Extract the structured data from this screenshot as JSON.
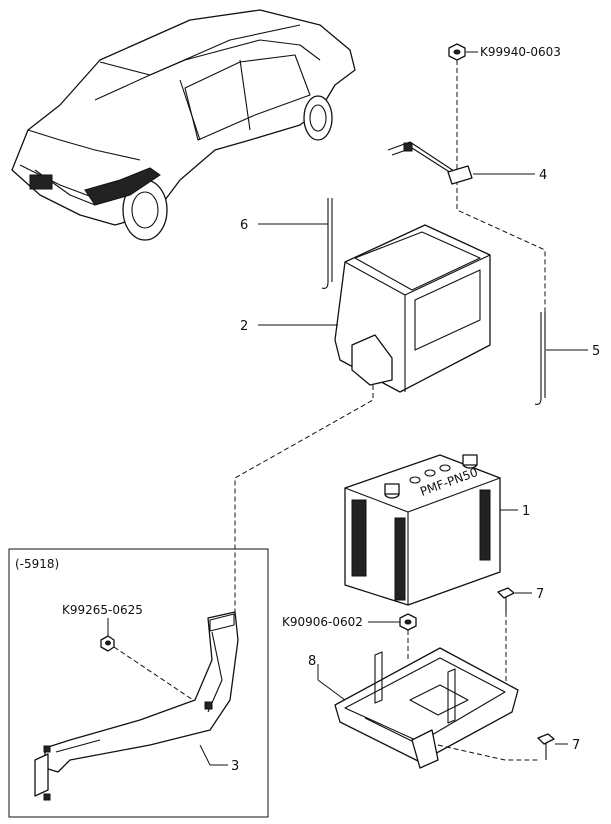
{
  "labels": {
    "k99940": "K99940-0603",
    "k99265": "K99265-0625",
    "k90906": "K90906-0602",
    "inset": "(-5918)",
    "battery_text": "PMF-PN50"
  },
  "callouts": {
    "p1": "1",
    "p2": "2",
    "p3": "3",
    "p4": "4",
    "p5": "5",
    "p6": "6",
    "p7a": "7",
    "p7b": "7",
    "p8": "8"
  }
}
